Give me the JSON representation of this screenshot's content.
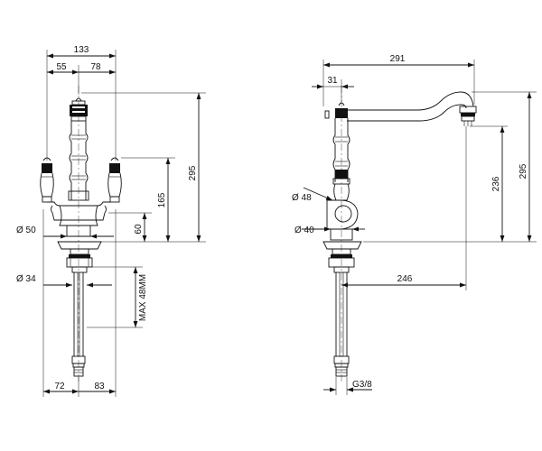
{
  "front_view": {
    "dim_overall_width": "133",
    "dim_left_offset": "55",
    "dim_right_offset": "78",
    "dim_height_total": "295",
    "dim_handle_height": "165",
    "dim_base_height": "60",
    "dim_body_diameter": "Ø 50",
    "dim_shank_diameter": "Ø 34",
    "dim_max_deck": "MAX 48MM",
    "dim_hose_left": "72",
    "dim_hose_right": "83"
  },
  "side_view": {
    "dim_spout_reach": "291",
    "dim_body_offset": "31",
    "dim_spout_height": "236",
    "dim_height_total": "295",
    "dim_handle_diameter": "Ø 48",
    "dim_base_diameter": "Ø 40",
    "dim_spout_projection": "246",
    "dim_thread": "G3/8"
  }
}
